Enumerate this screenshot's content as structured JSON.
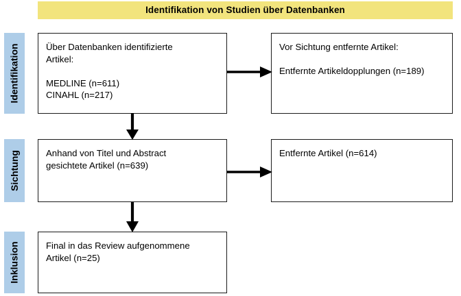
{
  "diagram": {
    "type": "prisma-flow-diagram",
    "language": "de",
    "header": {
      "title": "Identifikation von Studien über Datenbanken",
      "background_color": "#F2E47D"
    },
    "stage_label_color": "#AECDE8",
    "box_border_color": "#1A1A1A",
    "box_fill_color": "#FFFFFF",
    "stages": [
      {
        "id": "identifikation",
        "label": "Identifikation"
      },
      {
        "id": "sichtung",
        "label": "Sichtung"
      },
      {
        "id": "inklusion",
        "label": "Inklusion"
      }
    ],
    "boxes": [
      {
        "id": "identified",
        "column": "left",
        "stage": "identifikation",
        "text": "Über Datenbanken identifizierte\nArtikel:\n\nMEDLINE (n=611)\nCINAHL (n=217)",
        "records": [
          {
            "source": "MEDLINE",
            "n": 611
          },
          {
            "source": "CINAHL",
            "n": 217
          }
        ]
      },
      {
        "id": "removed-before-screening",
        "column": "right",
        "stage": "identifikation",
        "text": "Vor Sichtung entfernte Artikel:\n\nEntfernte Artikeldopplungen (n=189)",
        "records": [
          {
            "source": "Entfernte Artikeldopplungen",
            "n": 189
          }
        ]
      },
      {
        "id": "screened",
        "column": "left",
        "stage": "sichtung",
        "text": "Anhand von Titel und Abstract\ngesichtete Artikel (n=639)",
        "records": [
          {
            "source": "Anhand von Titel und Abstract gesichtete Artikel",
            "n": 639
          }
        ]
      },
      {
        "id": "excluded",
        "column": "right",
        "stage": "sichtung",
        "text": "Entfernte Artikel (n=614)",
        "records": [
          {
            "source": "Entfernte Artikel",
            "n": 614
          }
        ]
      },
      {
        "id": "included",
        "column": "left",
        "stage": "inklusion",
        "text": "Final in das Review aufgenommene\nArtikel (n=25)",
        "records": [
          {
            "source": "Final in das Review aufgenommene Artikel",
            "n": 25
          }
        ]
      }
    ],
    "arrows": [
      {
        "id": "identified-to-removed",
        "direction": "right",
        "from": "identified",
        "to": "removed-before-screening"
      },
      {
        "id": "identified-to-screened",
        "direction": "down",
        "from": "identified",
        "to": "screened"
      },
      {
        "id": "screened-to-excluded",
        "direction": "right",
        "from": "screened",
        "to": "excluded"
      },
      {
        "id": "screened-to-included",
        "direction": "down",
        "from": "screened",
        "to": "included"
      }
    ]
  }
}
